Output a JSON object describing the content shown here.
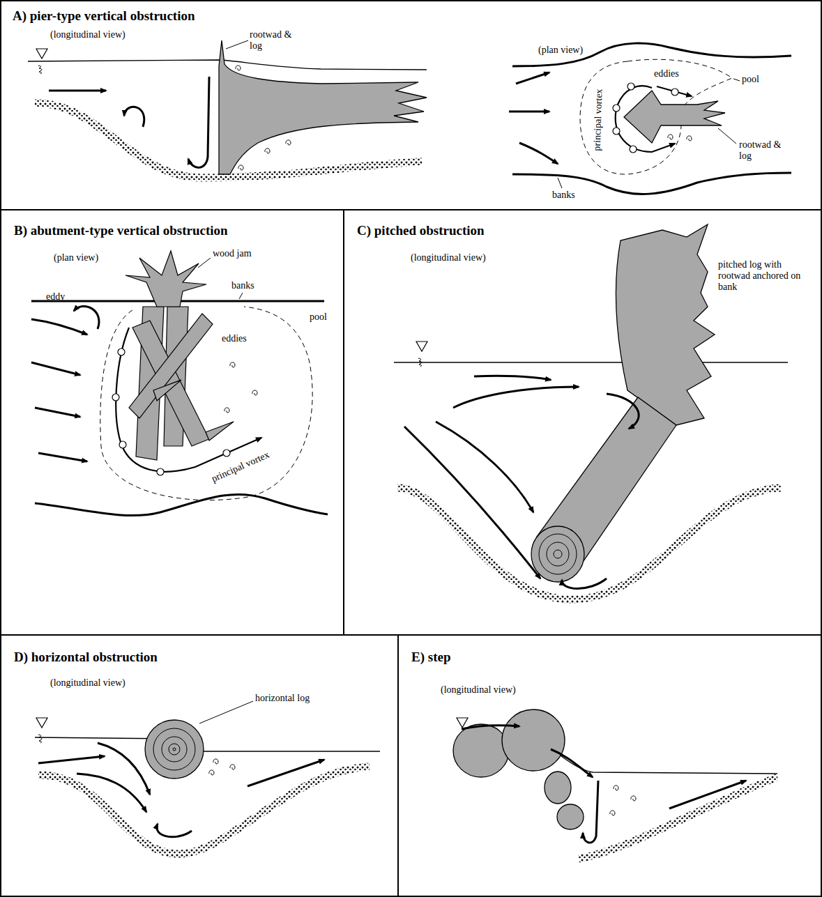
{
  "diagram": {
    "nodes": [
      {
        "text": [
          "A) pier-type vertical obstruction",
          "(longitudinal view)",
          "(plan view)"
        ]
      },
      {
        "text": [
          "B) abutment-type vertical obstruction",
          "(plan view)"
        ]
      },
      {
        "text": [
          "C) pitched obstruction",
          "(longitudinal view)"
        ]
      },
      {
        "text": [
          "D) horizontal obstruction",
          "(longitudinal view)"
        ]
      },
      {
        "text": [
          "E) step",
          "(longitudinal view)"
        ]
      }
    ],
    "labels": [
      "rootwad & log",
      "eddies",
      "principal vortex",
      "pool",
      "rootwad & log",
      "banks",
      "wood jam",
      "banks",
      "eddy",
      "eddies",
      "pool",
      "principal vortex",
      "pitched log with rootwad anchored on bank",
      "horizontal log"
    ]
  }
}
